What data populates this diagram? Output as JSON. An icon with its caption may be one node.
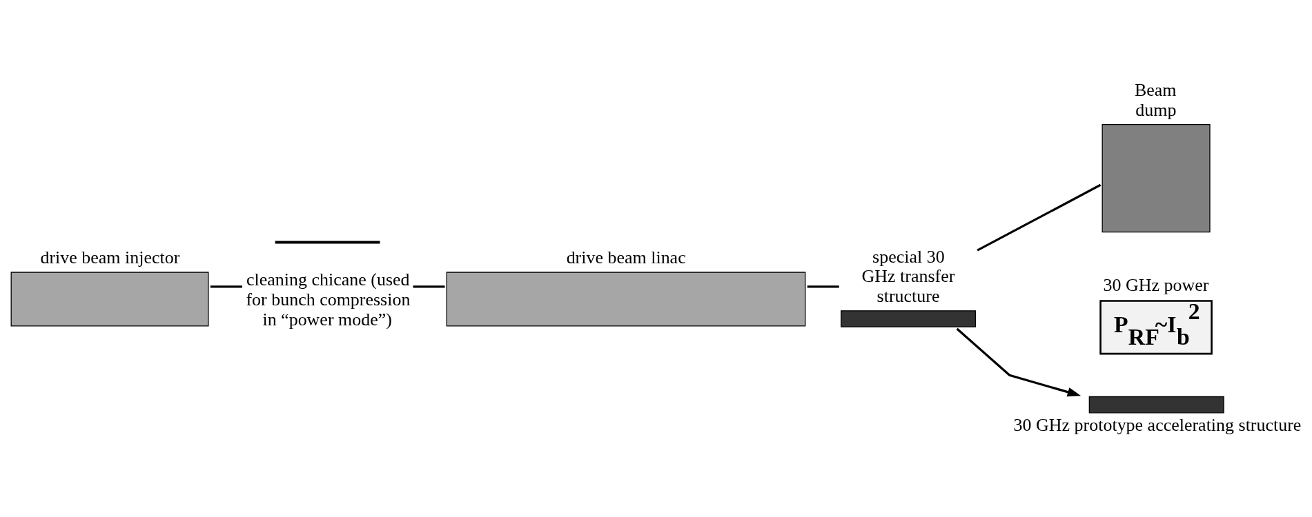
{
  "diagram": {
    "nodes": [
      {
        "text": [
          "drive beam injector"
        ]
      },
      {
        "text": [
          "cleaning chicane (used for bunch compression in “power mode”)"
        ]
      },
      {
        "text": [
          "drive beam linac"
        ]
      },
      {
        "text": [
          "special 30 GHz transfer structure"
        ]
      },
      {
        "text": [
          "Beam dump"
        ]
      },
      {
        "text": [
          "30 GHz power",
          "P$_{RF}$~I$_{b}$$^{2}$"
        ]
      },
      {
        "text": [
          "30 GHz prototype accelerating structure"
        ]
      }
    ],
    "edges": [
      {
        "from": 0,
        "to": 1,
        "arrow": "none"
      },
      {
        "from": 1,
        "to": 2,
        "arrow": "none"
      },
      {
        "from": 2,
        "to": 3,
        "arrow": "none"
      },
      {
        "from": 3,
        "to": 4,
        "arrow": "none"
      },
      {
        "from": 3,
        "to": 6,
        "arrow": "to"
      }
    ]
  }
}
